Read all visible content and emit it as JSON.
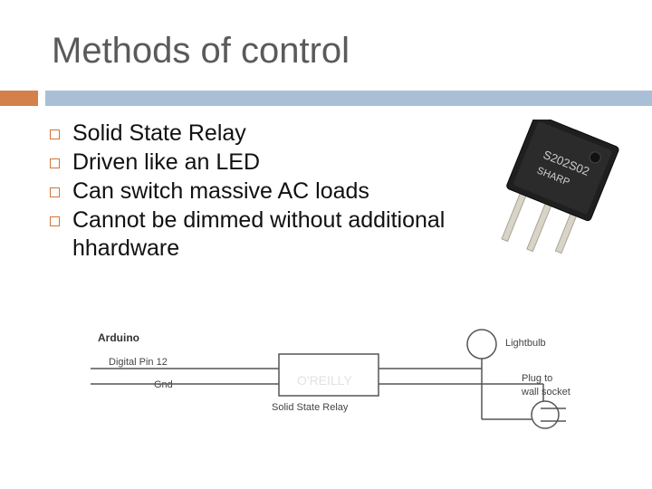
{
  "slide": {
    "title": "Methods of control",
    "accent_color": "#d4804b",
    "bar_color": "#a9bfd6"
  },
  "bullets": [
    "Solid State Relay",
    "Driven like an LED",
    "Can switch massive AC loads",
    "Cannot be dimmed without additional hhardware"
  ],
  "chip": {
    "marking_line1": "S202S02",
    "marking_line2": "SHARP"
  },
  "diagram": {
    "arduino_label": "Arduino",
    "pin_label": "Digital Pin 12",
    "gnd_label": "Gnd",
    "relay_label": "Solid State Relay",
    "lightbulb_label": "Lightbulb",
    "plug_label_line1": "Plug to",
    "plug_label_line2": "wall socket",
    "watermark": "O'REILLY"
  }
}
